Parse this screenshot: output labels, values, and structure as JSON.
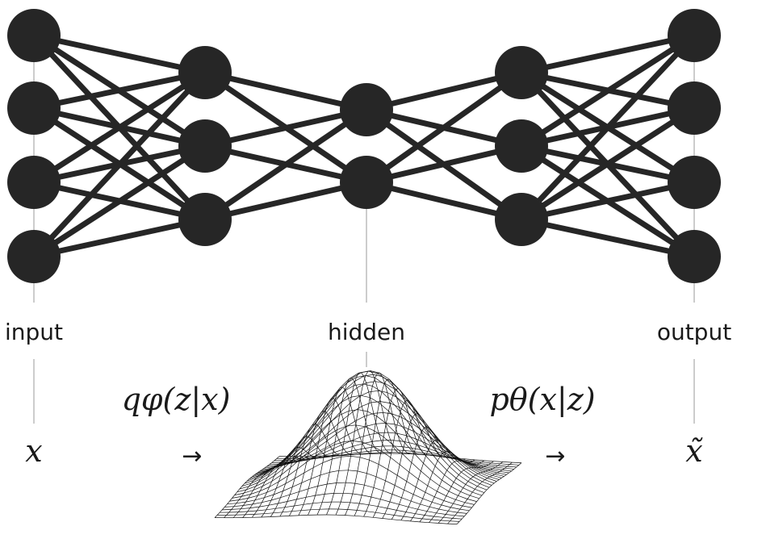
{
  "labels": {
    "input": "input",
    "hidden": "hidden",
    "output": "output"
  },
  "math": {
    "encoder": "qφ(z|x)",
    "decoder": "pθ(x|z)",
    "x": "x",
    "x_tilde": "x̃"
  },
  "arrows": {
    "encoder_arrow": "→",
    "decoder_arrow": "→"
  },
  "network": {
    "layer_sizes": [
      4,
      3,
      2,
      3,
      4
    ],
    "node_color": "#262626",
    "edge_color": "#262626",
    "guide_color": "#cccccc"
  },
  "icons": {
    "distribution": "gaussian-surface-icon"
  }
}
